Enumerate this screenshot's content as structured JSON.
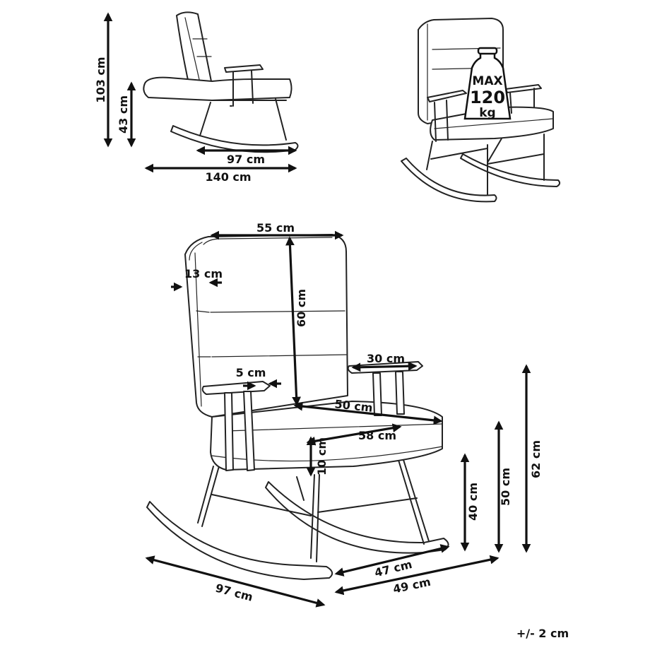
{
  "dimensions": {
    "side_height_total": "103 cm",
    "side_seat_height": "43 cm",
    "side_rocker_inner": "97 cm",
    "side_total_length": "140 cm",
    "back_width": "55 cm",
    "back_thickness": "13 cm",
    "back_height": "60 cm",
    "armrest_length": "30 cm",
    "armrest_width": "5 cm",
    "seat_depth": "50 cm",
    "seat_width": "58 cm",
    "cushion_thickness": "10 cm",
    "armrest_floor_height": "62 cm",
    "seat_top_height": "50 cm",
    "seat_frame_height": "40 cm",
    "rocker_length": "97 cm",
    "inner_width": "47 cm",
    "outer_width": "49 cm"
  },
  "load": {
    "max_label": "MAX",
    "max_value": "120",
    "unit": "kg"
  },
  "tolerance": "+/- 2 cm"
}
